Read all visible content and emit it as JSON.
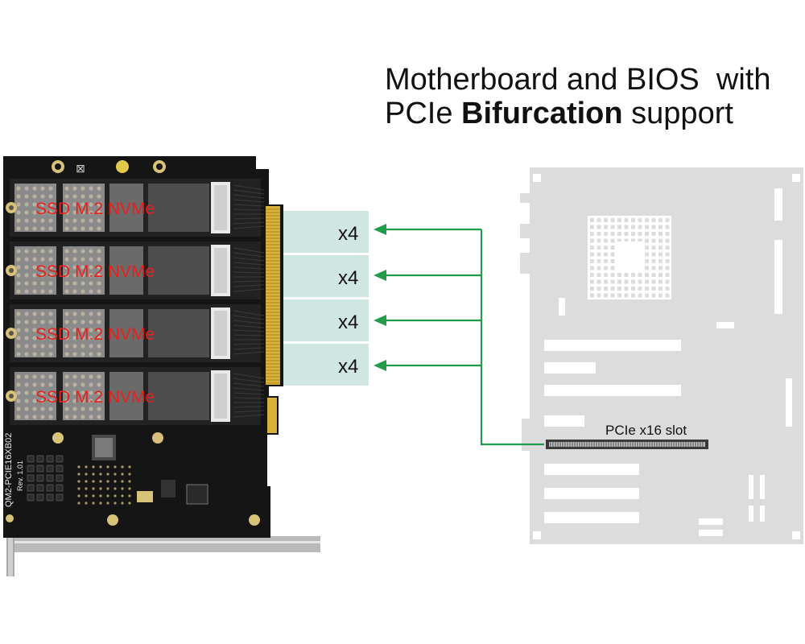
{
  "title": {
    "line1": "Motherboard and BIOS  with",
    "line2_prefix": "PCIe ",
    "line2_bold": "Bifurcation",
    "line2_suffix": " support"
  },
  "card": {
    "ssd_labels": [
      "SSD M.2 NVMe",
      "SSD M.2 NVMe",
      "SSD M.2 NVMe",
      "SSD M.2 NVMe"
    ],
    "silkscreen_model": "QM2-PCIE16XB02",
    "silkscreen_rev": "Rev. 1.01"
  },
  "lanes": [
    "x4",
    "x4",
    "x4",
    "x4"
  ],
  "motherboard": {
    "slot_label": "PCIe x16 slot"
  },
  "colors": {
    "arrow": "#1f9d4a",
    "lane_box": "#cfe6e2",
    "board_gray": "#dcdcdc",
    "pcb": "#151515",
    "ssd_text": "#e8201c",
    "gold": "#d9b23a"
  }
}
